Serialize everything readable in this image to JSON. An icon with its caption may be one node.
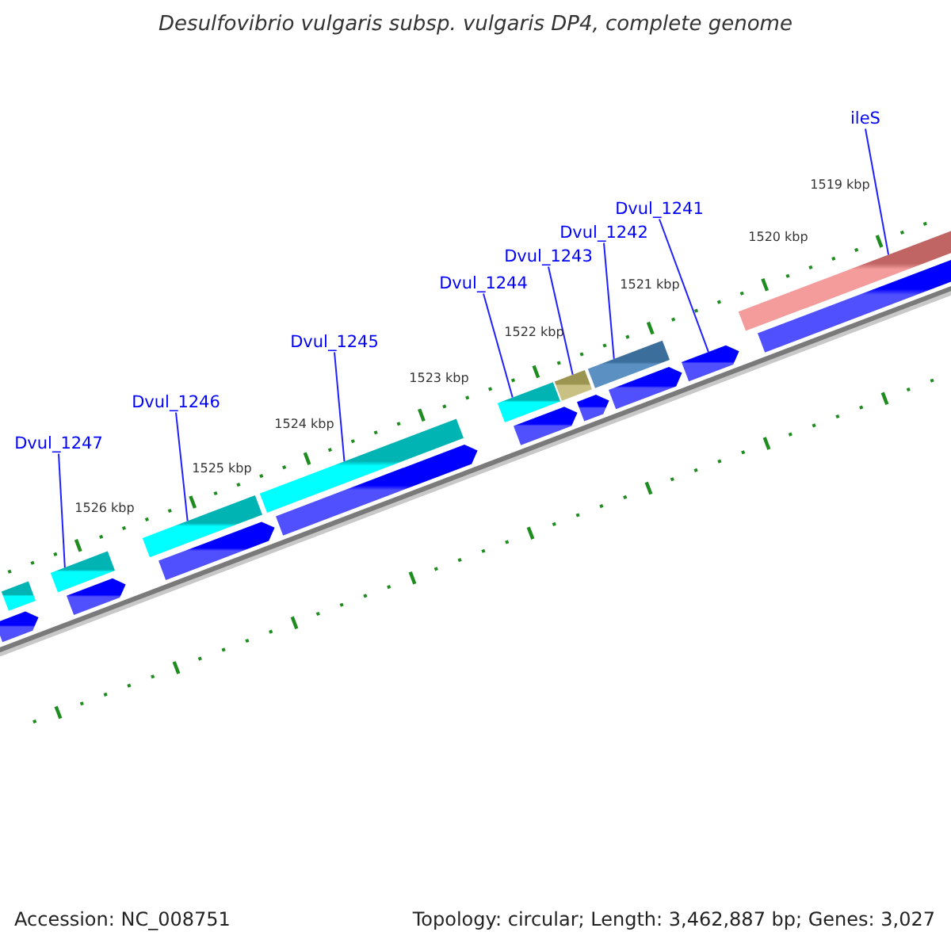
{
  "diagram": {
    "title": "Desulfovibrio vulgaris subsp. vulgaris DP4, complete genome",
    "nodes": [
      {
        "text": [
          "Dvul_1247"
        ]
      },
      {
        "text": [
          "Dvul_1246"
        ]
      },
      {
        "text": [
          "Dvul_1245"
        ]
      },
      {
        "text": [
          "Dvul_1244"
        ]
      },
      {
        "text": [
          "Dvul_1243"
        ]
      },
      {
        "text": [
          "Dvul_1242"
        ]
      },
      {
        "text": [
          "Dvul_1241"
        ]
      },
      {
        "text": [
          "ileS"
        ]
      },
      {
        "text": [],
        "shape": "bar"
      },
      {
        "text": [],
        "shape": "bar"
      },
      {
        "text": [],
        "shape": "bar"
      },
      {
        "text": [],
        "shape": "bar"
      },
      {
        "text": [],
        "shape": "bar"
      },
      {
        "text": [],
        "shape": "bar"
      },
      {
        "text": [],
        "shape": "bar"
      },
      {
        "text": [],
        "shape": "bar"
      },
      {
        "text": [],
        "shape": "pentagon"
      },
      {
        "text": [],
        "shape": "pentagon"
      },
      {
        "text": [],
        "shape": "pentagon"
      },
      {
        "text": [],
        "shape": "pentagon"
      },
      {
        "text": [],
        "shape": "pentagon"
      },
      {
        "text": [],
        "shape": "pentagon"
      },
      {
        "text": [],
        "shape": "pentagon"
      },
      {
        "text": [],
        "shape": "pentagon"
      },
      {
        "text": [],
        "shape": "pentagon"
      }
    ],
    "edges": [
      {
        "from": 0,
        "to": 9,
        "arrow": "none"
      },
      {
        "from": 1,
        "to": 10,
        "arrow": "none"
      },
      {
        "from": 2,
        "to": 11,
        "arrow": "none"
      },
      {
        "from": 3,
        "to": 12,
        "arrow": "none"
      },
      {
        "from": 4,
        "to": 13,
        "arrow": "none"
      },
      {
        "from": 5,
        "to": 14,
        "arrow": "none"
      },
      {
        "from": 6,
        "to": 23,
        "arrow": "none"
      },
      {
        "from": 7,
        "to": 15,
        "arrow": "none"
      }
    ],
    "labels": [
      "1519 kbp",
      "1520 kbp",
      "1521 kbp",
      "1522 kbp",
      "1523 kbp",
      "1524 kbp",
      "1525 kbp",
      "1526 kbp",
      "Accession: NC_008751",
      "Topology: circular; Length: 3,462,887 bp; Genes: 3,027"
    ]
  }
}
